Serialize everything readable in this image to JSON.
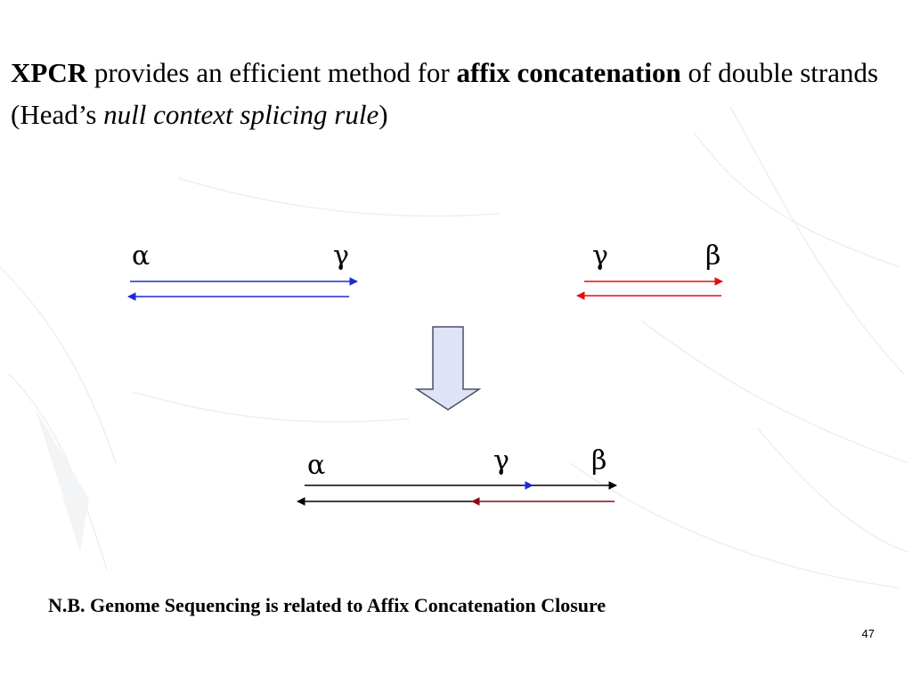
{
  "slide": {
    "title": {
      "part1_bold": "XPCR",
      "part2": " provides an efficient method for ",
      "part3_bold": "affix concatenation",
      "part4": " of double strands  (Head’s ",
      "part5_italic": "null context splicing rule",
      "part6": ")"
    },
    "labels": {
      "alpha": "α",
      "gamma": "γ",
      "beta": "β"
    },
    "note": "N.B. Genome Sequencing is related to Affix Concatenation Closure",
    "page_number": "47"
  },
  "colors": {
    "blue_strand": "#1d2bd6",
    "red_strand": "#e01010",
    "dark_red_strand": "#8b0a12",
    "black_strand": "#000000",
    "down_arrow_fill": "#dfe3f7",
    "down_arrow_stroke": "#4b4f63"
  }
}
